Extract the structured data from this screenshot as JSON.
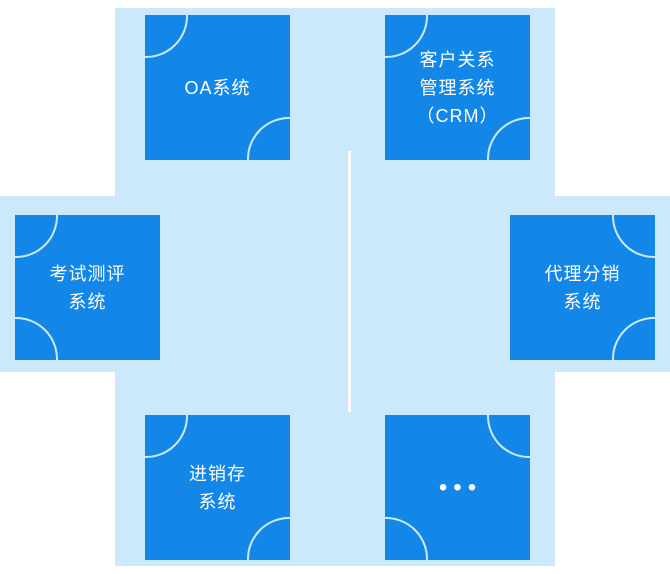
{
  "colors": {
    "tile_blue": "#1287e8",
    "cross_light_blue": "#cbe9fb",
    "label_text": "#ffffff",
    "divider_white": "#ffffff",
    "corner_arc": "#cdeafc"
  },
  "tiles": [
    {
      "lines": [
        "OA系统"
      ]
    },
    {
      "lines": [
        "客户关系",
        "管理系统",
        "（CRM）"
      ]
    },
    {
      "lines": [
        "考试测评",
        "系统"
      ]
    },
    {
      "lines": [
        "代理分销",
        "系统"
      ]
    },
    {
      "lines": [
        "进销存",
        "系统"
      ]
    },
    {
      "lines": [
        "•••"
      ]
    }
  ]
}
